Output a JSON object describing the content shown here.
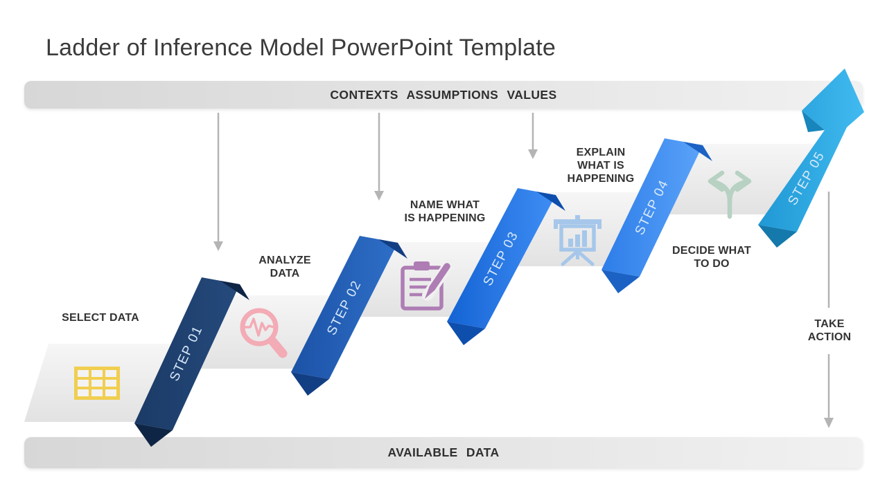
{
  "title": "Ladder of Inference Model PowerPoint Template",
  "top_bar": {
    "label": "CONTEXTS ASSUMPTIONS VALUES"
  },
  "bottom_bar": {
    "label": "AVAILABLE DATA"
  },
  "right_flow": {
    "label_lines": [
      "TAKE",
      "ACTION"
    ]
  },
  "steps": [
    {
      "ribbon": "STEP 01",
      "label_lines": [
        "SELECT DATA"
      ],
      "icon": "table-grid-icon",
      "color": "#1c3c6b",
      "icon_color": "#f0ce50"
    },
    {
      "ribbon": "STEP 02",
      "label_lines": [
        "ANALYZE",
        "DATA"
      ],
      "icon": "magnifier-pulse-icon",
      "color": "#1d57ae",
      "icon_color": "#f3abb5"
    },
    {
      "ribbon": "STEP 03",
      "label_lines": [
        "NAME WHAT",
        "IS HAPPENING"
      ],
      "icon": "clipboard-pencil-icon",
      "color": "#1f6de0",
      "icon_color": "#ae7db4"
    },
    {
      "ribbon": "STEP 04",
      "label_lines": [
        "EXPLAIN",
        "WHAT IS",
        "HAPPENING"
      ],
      "icon": "presentation-chart-icon",
      "color": "#3e8cf2",
      "icon_color": "#a6c7ea"
    },
    {
      "ribbon": "STEP 05",
      "label_lines": [
        "DECIDE WHAT",
        "TO DO"
      ],
      "icon": "branching-arrows-icon",
      "color": "#29a5e1",
      "icon_color": "#b7d1c2"
    }
  ],
  "colors": {
    "guide_arrow": "#b4b4b4",
    "tread": "#ececec",
    "label_text": "#333333",
    "title_text": "#3b3b3b"
  }
}
